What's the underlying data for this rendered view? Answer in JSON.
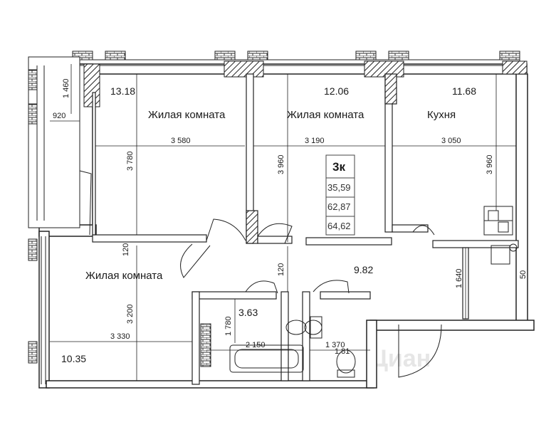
{
  "rooms": [
    {
      "id": "living-1",
      "label": "Жилая комната",
      "area": "13.18",
      "width": "3 580",
      "height": "3 780"
    },
    {
      "id": "living-2",
      "label": "Жилая комната",
      "area": "12.06",
      "width": "3 190",
      "height": "3 960"
    },
    {
      "id": "kitchen",
      "label": "Кухня",
      "area": "11.68",
      "width": "3 050",
      "height": "3 960"
    },
    {
      "id": "living-3",
      "label": "Жилая комната",
      "area": "10.35",
      "width": "3 330",
      "height": "3 200"
    },
    {
      "id": "hall",
      "area": "9.82",
      "depth": "1 640"
    },
    {
      "id": "bathroom",
      "area": "3.63",
      "width": "2 150",
      "height": "1 780"
    },
    {
      "id": "wc",
      "area": "1.81",
      "width": "1 370"
    }
  ],
  "balcony": {
    "height": "1 460",
    "width": "920"
  },
  "walls": {
    "w1": "120",
    "w2": "120"
  },
  "edge_label": "50",
  "summary": {
    "type": "3к",
    "living_area": "35,59",
    "total_area": "62,87",
    "full_area": "64,62"
  },
  "watermark": "Циан"
}
